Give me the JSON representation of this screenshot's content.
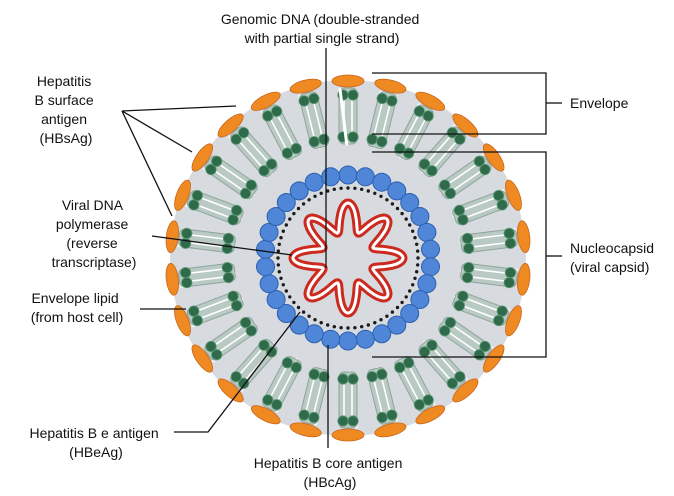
{
  "colors": {
    "envelope_protein": "#ef8a22",
    "envelope_outline": "#c9651a",
    "lipid_head": "#2f6b4a",
    "lipid_head_highlight": "#5f9c78",
    "protein_block": "#b9c9c3",
    "protein_block_stroke": "#8fa39c",
    "interior": "#d7dbe0",
    "capsid_unit": "#4f86d8",
    "capsid_unit_stroke": "#2d5fae",
    "polymerase_dot": "#1b1b1b",
    "dna_outer": "#cc2a1f",
    "dna_inner": "#ffffff",
    "leader_line": "#111111"
  },
  "labels": {
    "genomic_dna": [
      "Genomic DNA (double-stranded",
      "with partial single strand)"
    ],
    "hbsag": [
      "Hepatitis",
      "B surface",
      "antigen",
      "(HBsAg)"
    ],
    "polymerase": [
      "Viral DNA",
      "polymerase",
      "(reverse",
      "transcriptase)"
    ],
    "lipid": [
      "Envelope lipid",
      "(from host cell)"
    ],
    "hbeag": [
      "Hepatitis B e antigen",
      "(HBeAg)"
    ],
    "hbcag": [
      "Hepatitis B core antigen",
      "(HBcAg)"
    ],
    "envelope": [
      "Envelope"
    ],
    "nucleocapsid": [
      "Nucleocapsid",
      "(viral capsid)"
    ]
  }
}
